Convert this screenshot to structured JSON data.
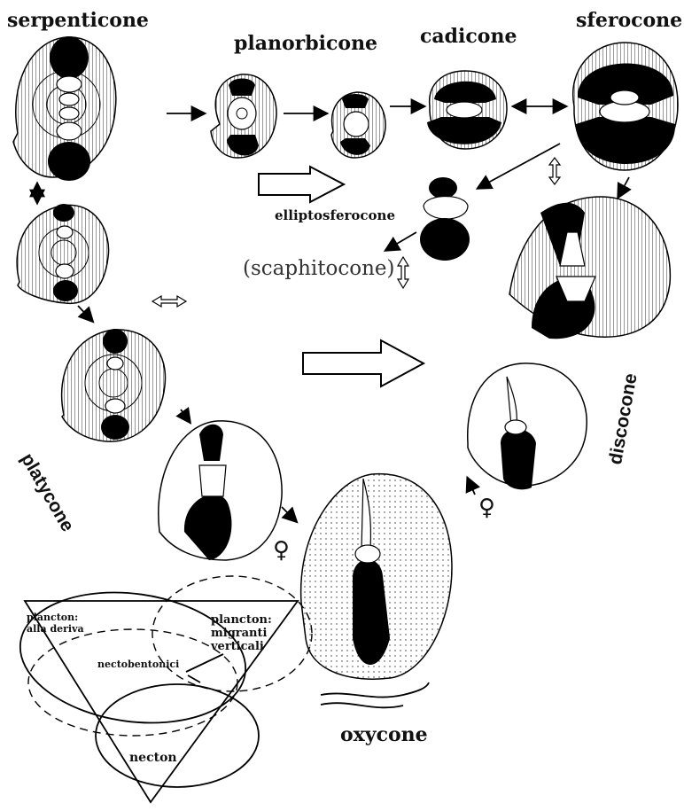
{
  "labels": {
    "serpenticone": "serpenticone",
    "planorbicone": "planorbicone",
    "cadicone": "cadicone",
    "sferocone": "sferocone",
    "elliptosferocone": "elliptosferocone",
    "scaphitocone": "(scaphitocone)",
    "platycone": "platycone",
    "discocone": "discocone",
    "oxycone": "oxycone",
    "female_symbol_1": "♀",
    "female_symbol_2": "♀"
  },
  "ecology": {
    "plancton_deriva": [
      "plancton:",
      "alla deriva"
    ],
    "plancton_migranti": [
      "plancton:",
      "migranti",
      "verticali"
    ],
    "nectobentonici": "nectobentonici",
    "necton": "necton"
  }
}
